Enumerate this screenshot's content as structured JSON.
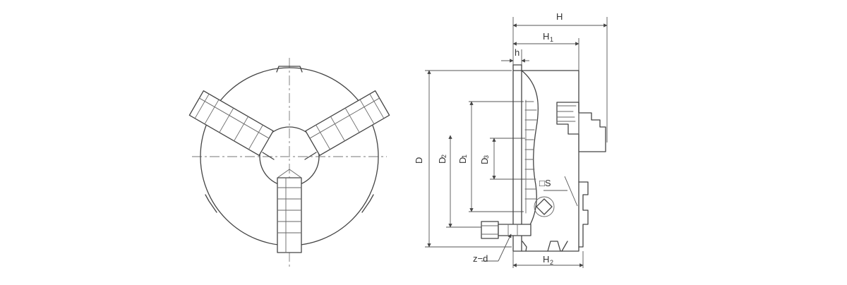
{
  "labels": {
    "H": "H",
    "H1": "H",
    "H1_sub": "1",
    "h": "h",
    "D": "D",
    "D2": "D",
    "D2_sub": "2",
    "D1": "D",
    "D1_sub": "1",
    "D3": "D",
    "D3_sub": "3",
    "S": "□S",
    "zd": "z−d",
    "H2": "H",
    "H2_sub": "2"
  }
}
